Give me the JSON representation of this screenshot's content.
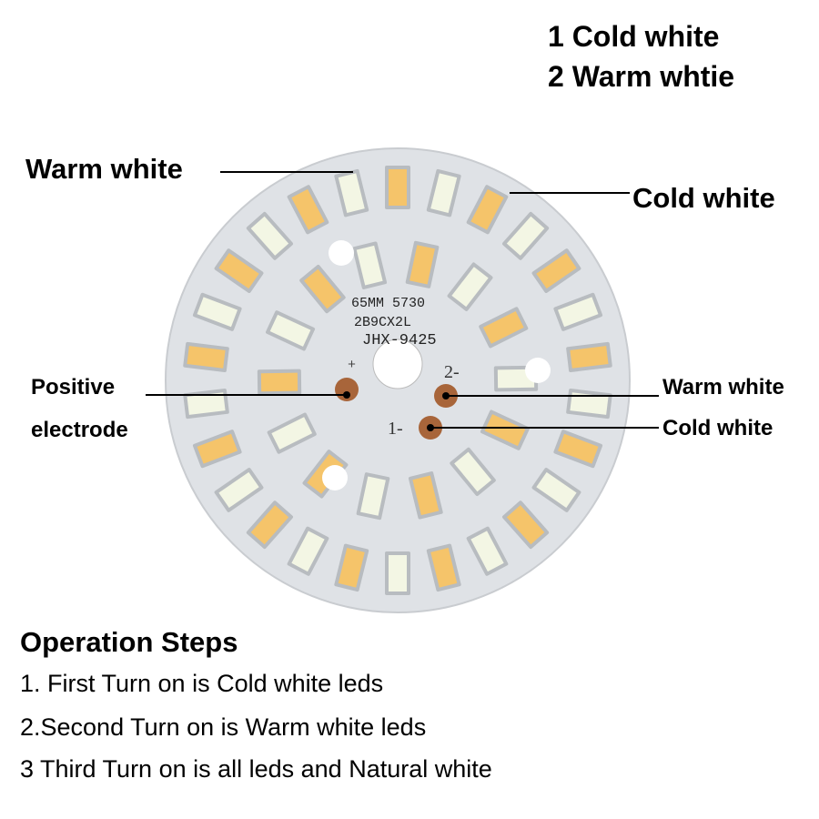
{
  "legend": {
    "line1": "1 Cold white",
    "line2": "2 Warm whtie"
  },
  "labels": {
    "warm_top": "Warm white",
    "cold_top": "Cold white",
    "positive": "Positive",
    "electrode": "electrode",
    "warm_right": "Warm white",
    "cold_right": "Cold white"
  },
  "board": {
    "text1": "65MM  5730",
    "text2": "2B9CX2L",
    "text3": "JHX-9425",
    "pad_plus": "+",
    "pad_2": "2-",
    "pad_1": "1-",
    "colors": {
      "board": "#dfe2e6",
      "pad": "#a8653a",
      "warm_led": "#f5c46a",
      "cold_led": "#f3f6e4",
      "led_frame": "#b8bcc0"
    }
  },
  "steps": {
    "title": "Operation Steps",
    "items": [
      "1. First Turn on is Cold white leds",
      "2.Second Turn on is Warm white leds",
      "3 Third Turn on is all leds and Natural white"
    ]
  }
}
